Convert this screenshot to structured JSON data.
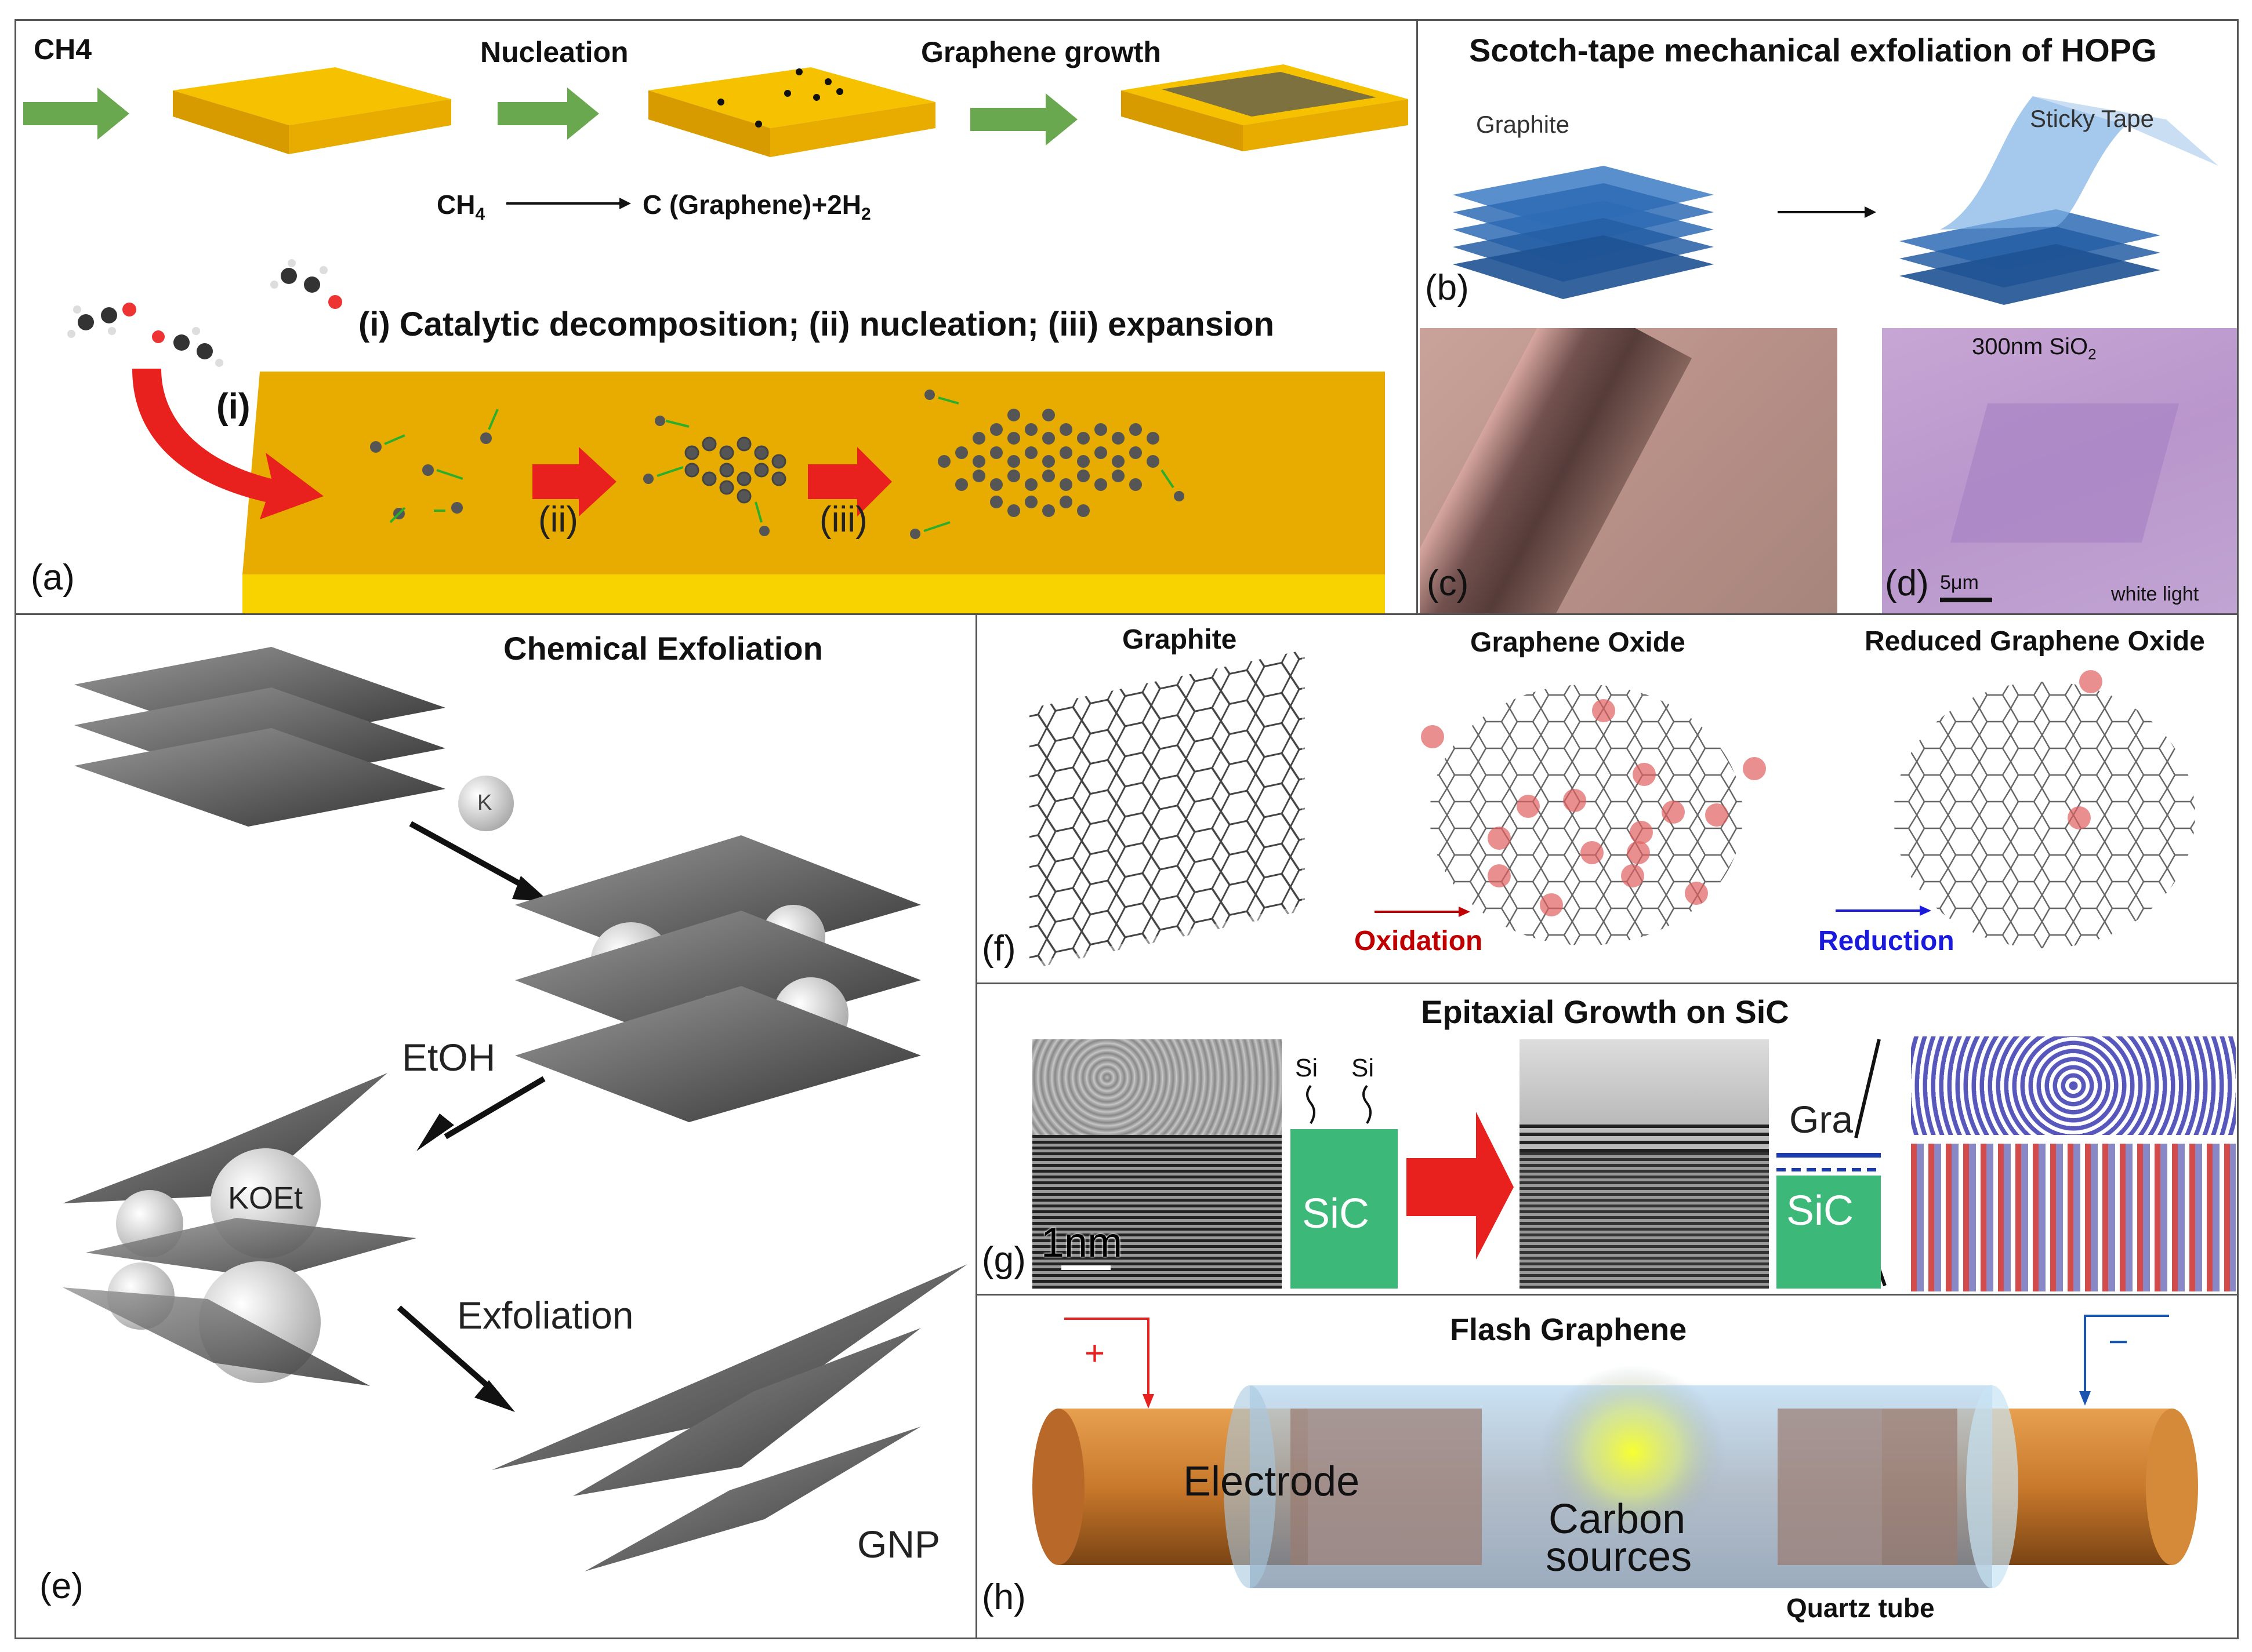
{
  "panel_a": {
    "label": "(a)",
    "top_ch4": "CH4",
    "top_nucleation": "Nucleation",
    "top_growth": "Graphene growth",
    "eq_left": "CH",
    "eq_left_sub": "4",
    "eq_right": "C (Graphene)+2H",
    "eq_right_sub": "2",
    "steps_title": "(i) Catalytic decomposition; (ii) nucleation; (iii) expansion",
    "step_i": "(i)",
    "step_ii": "(ii)",
    "step_iii": "(iii)"
  },
  "panel_b": {
    "title": "Scotch-tape mechanical exfoliation of HOPG",
    "graphite": "Graphite",
    "tape": "Sticky Tape",
    "label": "(b)"
  },
  "panel_c": {
    "label": "(c)"
  },
  "panel_d": {
    "top_text": "300nm SiO",
    "top_sub": "2",
    "scale": "5μm",
    "light": "white light",
    "label": "(d)"
  },
  "panel_e": {
    "title": "Chemical Exfoliation",
    "k": "K",
    "etoh": "EtOH",
    "koet": "KOEt",
    "exfoliation": "Exfoliation",
    "gnp": "GNP",
    "label": "(e)"
  },
  "panel_f": {
    "graphite": "Graphite",
    "go": "Graphene Oxide",
    "rgo": "Reduced Graphene Oxide",
    "oxidation": "Oxidation",
    "reduction": "Reduction",
    "label": "(f)"
  },
  "panel_g": {
    "title": "Epitaxial Growth on SiC",
    "si1": "Si",
    "si2": "Si",
    "sic1": "SiC",
    "sic2": "SiC",
    "gra": "Gra",
    "scale": "1nm",
    "label": "(g)"
  },
  "panel_h": {
    "title": "Flash Graphene",
    "plus": "+",
    "minus": "−",
    "electrode": "Electrode",
    "carbon1": "Carbon",
    "carbon2": "sources",
    "quartz": "Quartz tube",
    "label": "(h)"
  },
  "colors": {
    "gold": "#f5b400",
    "green_arrow": "#6aa84f",
    "red_arrow": "#e8201e",
    "sic_green": "#3cb878",
    "oxidation_red": "#c00000",
    "reduction_blue": "#1a1adc",
    "copper": "#c9792b"
  }
}
